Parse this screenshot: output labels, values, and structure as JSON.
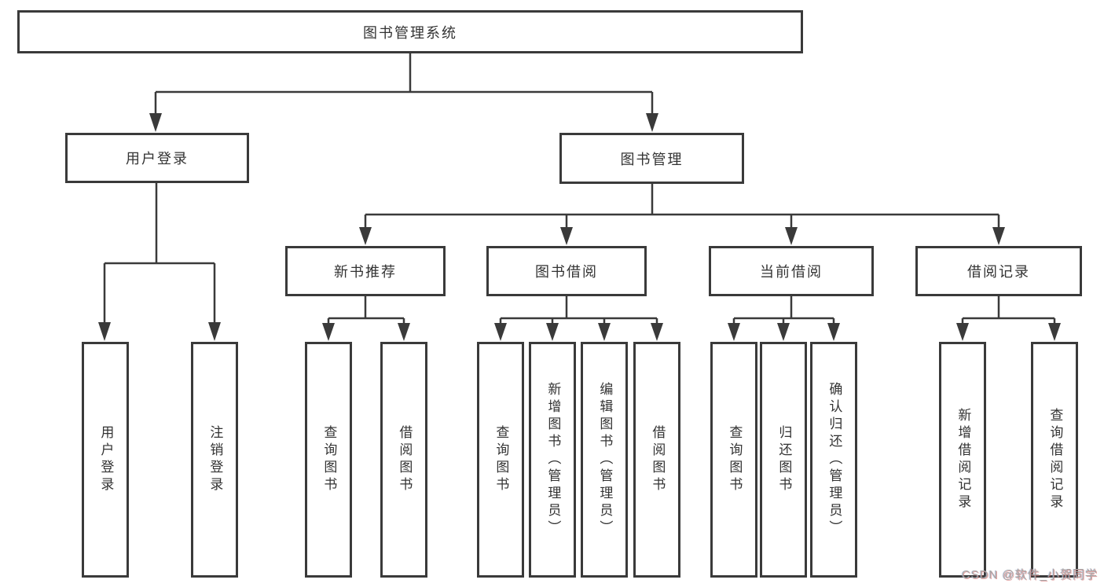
{
  "diagram": {
    "title_note": "library management system feature tree",
    "root": {
      "label": "图书管理系统"
    },
    "level2": [
      {
        "label": "用户登录"
      },
      {
        "label": "图书管理"
      }
    ],
    "level3": [
      {
        "label": "新书推荐"
      },
      {
        "label": "图书借阅"
      },
      {
        "label": "当前借阅"
      },
      {
        "label": "借阅记录"
      }
    ],
    "leaves": {
      "login": [
        "用户登录",
        "注销登录"
      ],
      "newbook": [
        "查询图书",
        "借阅图书"
      ],
      "borrow": [
        "查询图书",
        "新增图书（管理员）",
        "编辑图书（管理员）",
        "借阅图书"
      ],
      "current": [
        "查询图书",
        "归还图书",
        "确认归还（管理员）"
      ],
      "records": [
        "新增借阅记录",
        "查询借阅记录"
      ]
    },
    "colors": {
      "line": "#3a3a3a",
      "text": "#333333",
      "background": "#ffffff",
      "watermark": "#a6a6a6"
    }
  },
  "watermark": {
    "text": "CSDN @软件_小贺同学"
  }
}
